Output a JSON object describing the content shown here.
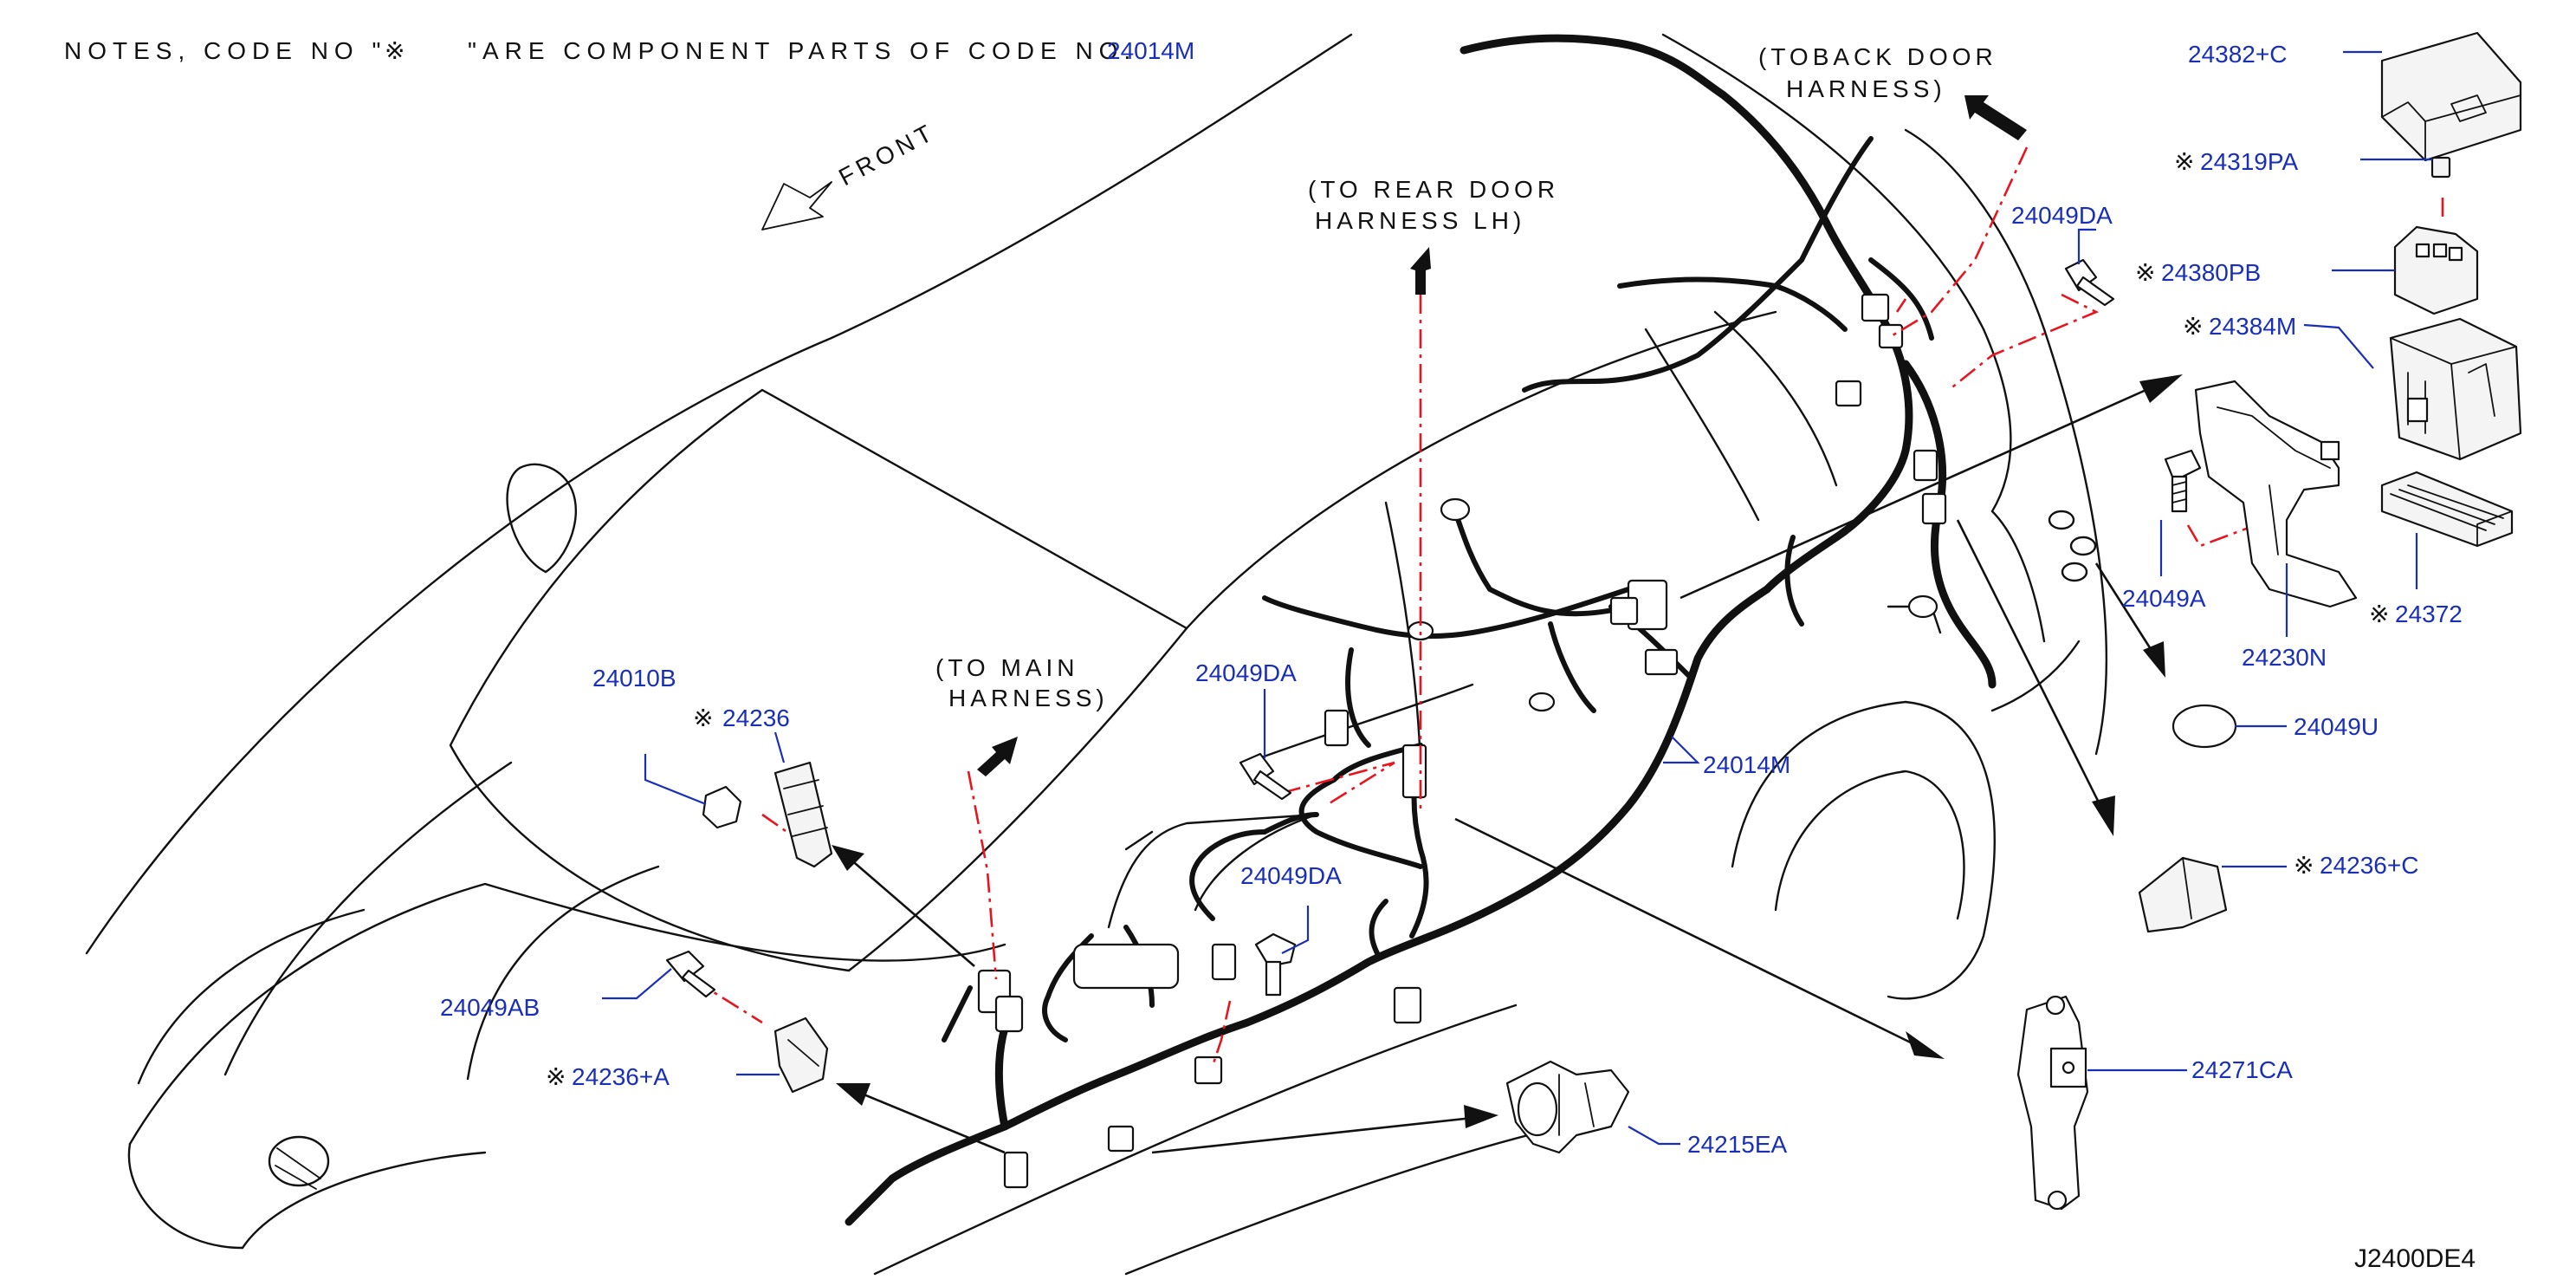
{
  "notes": {
    "prefix": "NOTES, CODE NO \"",
    "symbol": "※",
    "middle": "\"ARE COMPONENT PARTS OF CODE NO.",
    "code": "24014M"
  },
  "direction": {
    "label": "FRONT"
  },
  "harness_labels": {
    "back_door_line1": "(TOBACK DOOR",
    "back_door_line2": "HARNESS)",
    "rear_door_line1": "(TO REAR DOOR",
    "rear_door_line2": "HARNESS LH)",
    "main_line1": "(TO MAIN",
    "main_line2": "HARNESS)"
  },
  "component_symbol": "※",
  "parts": {
    "p24382C": "24382+C",
    "p24319PA": "24319PA",
    "p24380PB": "24380PB",
    "p24384M": "24384M",
    "p24049DA_top": "24049DA",
    "p24049A": "24049A",
    "p24230N": "24230N",
    "p24372": "24372",
    "p24049U": "24049U",
    "p24014M": "24014M",
    "p24236C": "24236+C",
    "p24271CA": "24271CA",
    "p24215EA": "24215EA",
    "p24049DA_mid": "24049DA",
    "p24049DA_low": "24049DA",
    "p24010B": "24010B",
    "p24236": "24236",
    "p24049AB": "24049AB",
    "p24236A": "24236+A"
  },
  "diagram_code": "J2400DE4",
  "colors": {
    "label": "#1a2fb8",
    "dash_line": "#e8141e",
    "ink": "#111111"
  }
}
